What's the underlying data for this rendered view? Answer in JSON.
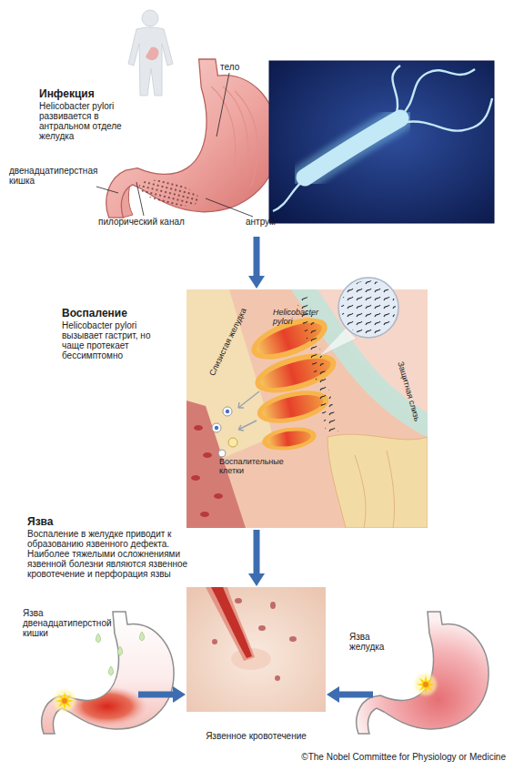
{
  "diagram": {
    "nodes": [
      {
        "text": [
          "Инфекция",
          "Helicobacter pylori развивается в антральном отделе желудка",
          "тело",
          "двенадцатиперстная кишка",
          "пилорический канал",
          "антрум"
        ]
      },
      {
        "text": [
          "Слизистая желудка",
          "Helicobacter pylori",
          "Защитная слизь",
          "Воспалительные клетки"
        ]
      },
      {
        "text": [
          "Язва двенадцатиперстной кишки"
        ]
      },
      {
        "text": [
          "Язвенное кровотечение"
        ]
      },
      {
        "text": [
          "Язва желудка"
        ]
      }
    ],
    "edges": [
      {
        "from": 0,
        "to": 1,
        "arrow": "to"
      },
      {
        "from": 1,
        "to": 3,
        "arrow": "to"
      },
      {
        "from": 2,
        "to": 3,
        "arrow": "to"
      },
      {
        "from": 4,
        "to": 3,
        "arrow": "to"
      }
    ],
    "labels": [
      "Воспаление",
      "Helicobacter pylori вызывает гастрит, но чаще протекает бессимптомно",
      "Язва",
      "Воспаление в желудке приводит к образованию язвенного дефекта. Наиболее тяжелыми осложнениями язвенной болезни являются язвенное кровотечение и перфорация язвы",
      "©The Nobel Committee for Physiology or Medicine"
    ]
  }
}
